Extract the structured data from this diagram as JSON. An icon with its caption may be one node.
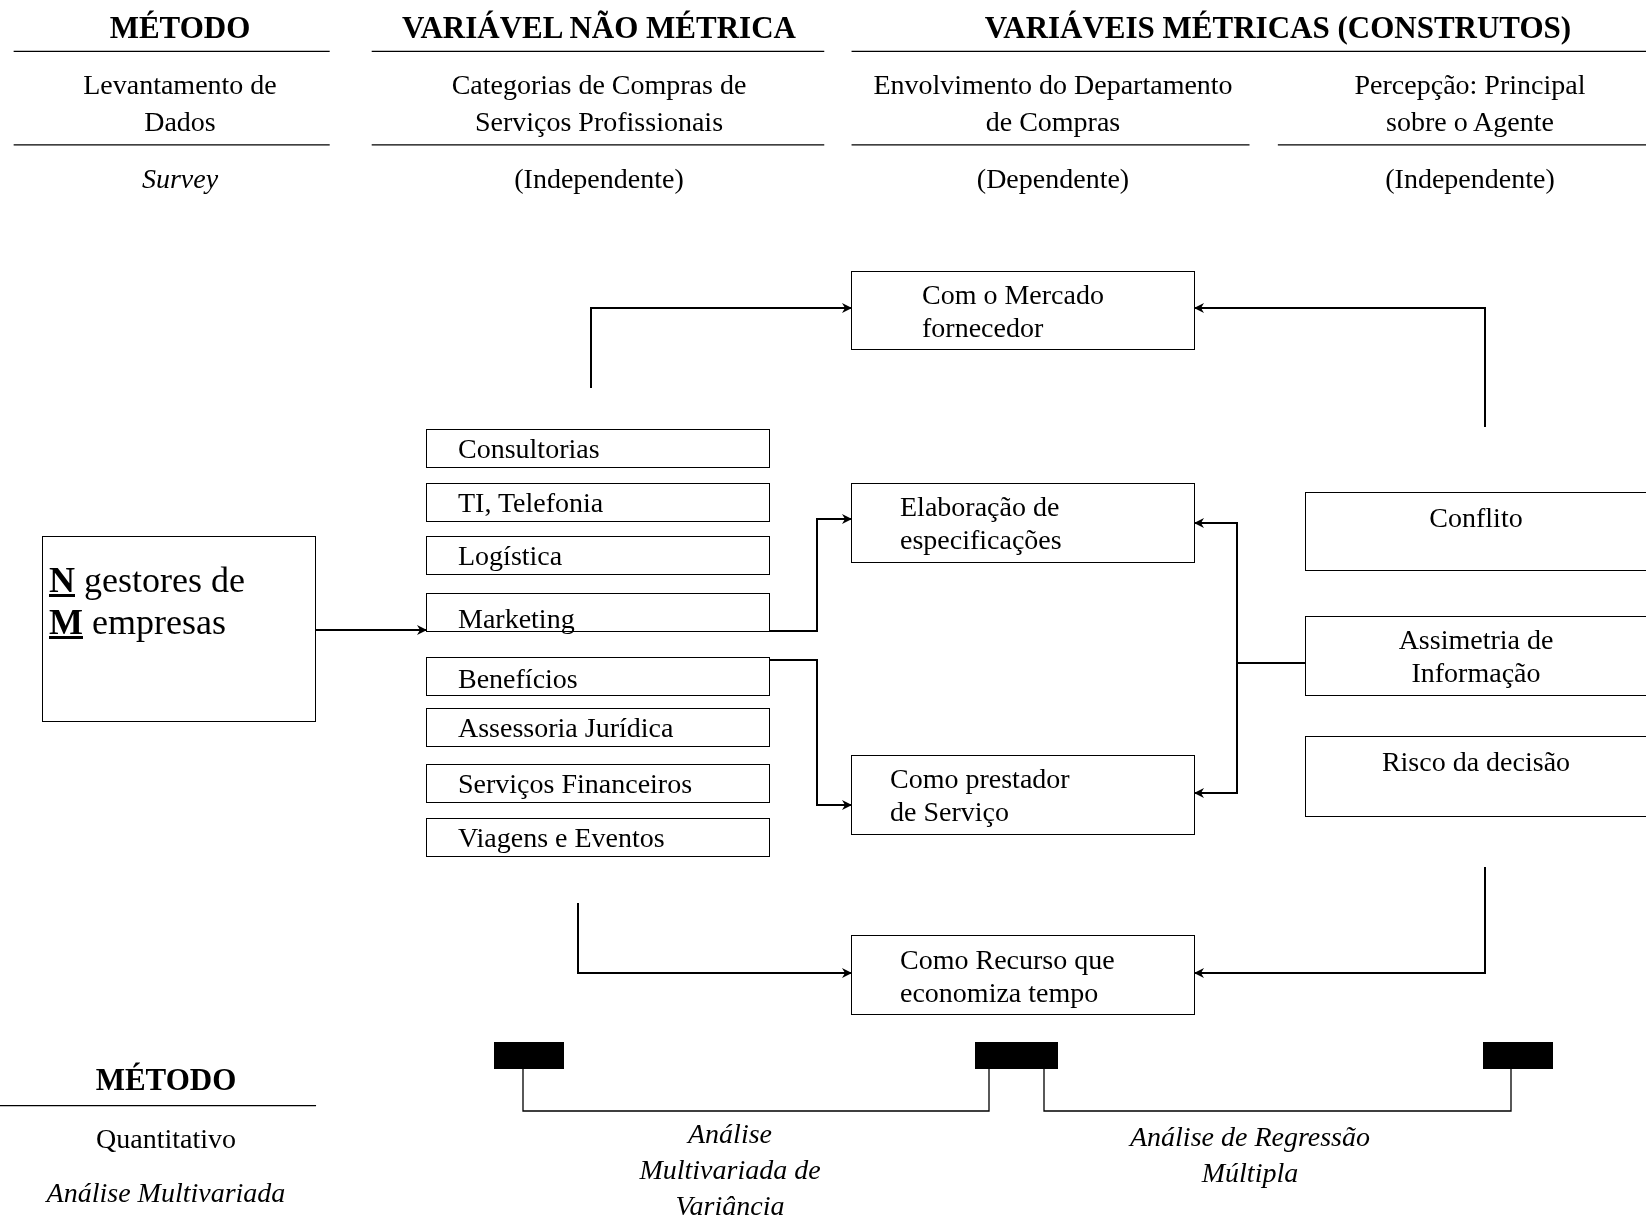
{
  "diagram": {
    "nodes": [
      {
        "text": [
          "**N** gestores de **M** empresas"
        ]
      },
      {
        "text": [
          "Consultorias"
        ]
      },
      {
        "text": [
          "TI, Telefonia"
        ]
      },
      {
        "text": [
          "Logística"
        ]
      },
      {
        "text": [
          "Marketing"
        ]
      },
      {
        "text": [
          "Benefícios"
        ]
      },
      {
        "text": [
          "Assessoria Jurídica"
        ]
      },
      {
        "text": [
          "Serviços Financeiros"
        ]
      },
      {
        "text": [
          "Viagens e Eventos"
        ]
      },
      {
        "text": [
          "Com o Mercado fornecedor"
        ]
      },
      {
        "text": [
          "Elaboração de especificações"
        ]
      },
      {
        "text": [
          "Como prestador de Serviço"
        ]
      },
      {
        "text": [
          "Como Recurso que economiza tempo"
        ]
      },
      {
        "text": [
          "Conflito"
        ]
      },
      {
        "text": [
          "Assimetria de Informação"
        ]
      },
      {
        "text": [
          "Risco da decisão"
        ]
      }
    ],
    "edges": [
      {
        "from": 0,
        "to": 4,
        "arrow": "to"
      },
      {
        "from": null,
        "to": 9,
        "arrow": "to"
      },
      {
        "from": 4,
        "to": 10,
        "arrow": "to"
      },
      {
        "from": 5,
        "to": 11,
        "arrow": "to"
      },
      {
        "from": null,
        "to": 12,
        "arrow": "to"
      },
      {
        "from": null,
        "to": 9,
        "arrow": "to"
      },
      {
        "from": 14,
        "to": 10,
        "arrow": "to"
      },
      {
        "from": 14,
        "to": 11,
        "arrow": "to"
      },
      {
        "from": null,
        "to": 12,
        "arrow": "to"
      }
    ],
    "labels": [
      "MÉTODO",
      "VARIÁVEL NÃO MÉTRICA",
      "VARIÁVEIS MÉTRICAS (CONSTRUTOS)",
      "Levantamento de Dados",
      "Categorias de Compras de Serviços Profissionais",
      "Envolvimento do Departamento de Compras",
      "Percepção: Principal sobre o Agente",
      "Survey",
      "(Independente)",
      "(Dependente)",
      "(Independente)",
      "MÉTODO",
      "Quantitativo",
      "Análise Multivariada",
      "Análise Multivariada de Variância",
      "Análise de Regressão Múltipla"
    ]
  }
}
